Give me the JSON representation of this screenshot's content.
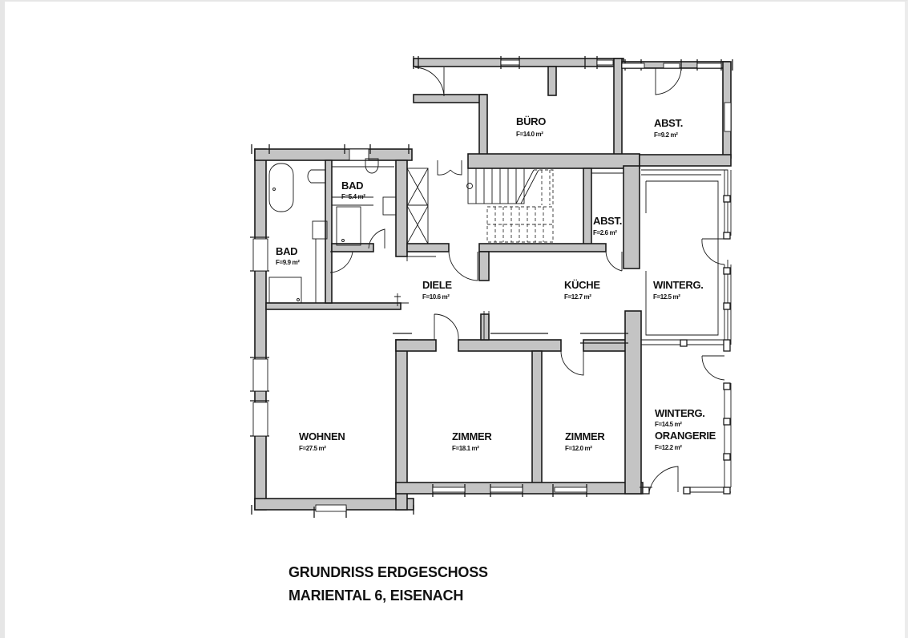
{
  "plan": {
    "title_line1": "GRUNDRISS ERDGESCHOSS",
    "title_line2": "MARIENTAL 6, EISENACH",
    "colors": {
      "wall_fill": "#c4c4c4",
      "line": "#1a1a1a",
      "background": "#ffffff"
    },
    "rooms": [
      {
        "id": "bad-1",
        "name": "BAD",
        "area": "F=9.9 m²"
      },
      {
        "id": "bad-2",
        "name": "BAD",
        "area": "F=5.4 m²"
      },
      {
        "id": "buero",
        "name": "BÜRO",
        "area": "F=14.0 m²"
      },
      {
        "id": "abst-1",
        "name": "ABST.",
        "area": "F=9.2 m²"
      },
      {
        "id": "abst-2",
        "name": "ABST.",
        "area": "F=2.6 m²"
      },
      {
        "id": "diele",
        "name": "DIELE",
        "area": "F=10.6 m²"
      },
      {
        "id": "kueche",
        "name": "KÜCHE",
        "area": "F=12.7 m²"
      },
      {
        "id": "winterg-1",
        "name": "WINTERG.",
        "area": "F=12.5 m²"
      },
      {
        "id": "wohnen",
        "name": "WOHNEN",
        "area": "F=27.5 m²"
      },
      {
        "id": "zimmer-1",
        "name": "ZIMMER",
        "area": "F=18.1 m²"
      },
      {
        "id": "zimmer-2",
        "name": "ZIMMER",
        "area": "F=12.0 m²"
      },
      {
        "id": "winterg-2",
        "name": "WINTERG.",
        "area": "F=14.5 m²"
      },
      {
        "id": "orangerie",
        "name": "ORANGERIE",
        "area": "F=12.2 m²"
      }
    ]
  }
}
